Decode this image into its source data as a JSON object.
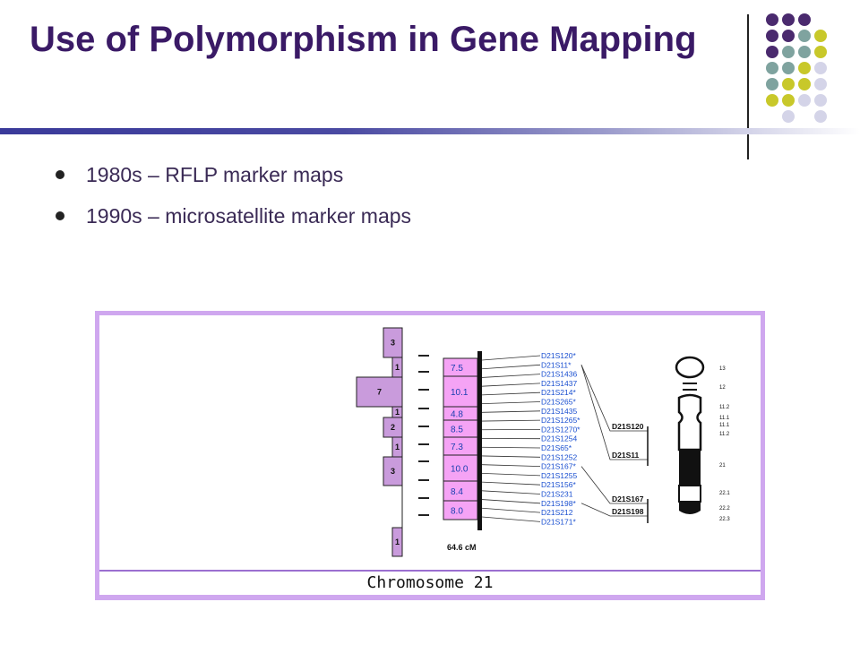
{
  "slide": {
    "title": "Use of Polymorphism in Gene Mapping",
    "bullets": [
      "1980s – RFLP marker maps",
      "1990s – microsatellite marker maps"
    ]
  },
  "figure": {
    "caption": "Chromosome 21",
    "bar_counts": [
      "3",
      "1",
      "7",
      "1",
      "2",
      "1",
      "3",
      "1"
    ],
    "interval_labels": [
      "7.5",
      "10.1",
      "4.8",
      "8.5",
      "7.3",
      "10.0",
      "8.4",
      "8.0"
    ],
    "total_length": "64.6 cM",
    "markers": [
      "D21S120*",
      "D21S11*",
      "D21S1436",
      "D21S1437",
      "D21S214*",
      "D21S265*",
      "D21S1435",
      "D21S1265*",
      "D21S1270*",
      "D21S1254",
      "D21S65*",
      "D21S1252",
      "D21S167*",
      "D21S1255",
      "D21S156*",
      "D21S231",
      "D21S198*",
      "D21S212",
      "D21S171*"
    ],
    "anchor_markers": [
      "D21S120",
      "D21S11",
      "D21S167",
      "D21S198"
    ],
    "bands": [
      "13",
      "12",
      "11.2",
      "11.1",
      "11.1",
      "11.2",
      "21",
      "22.1",
      "22.2",
      "22.3"
    ]
  },
  "colors": {
    "title": "#3a1a66",
    "marker_text": "#1a4fd0",
    "figure_border": "#cfa7ef",
    "dot_purple": "#4a2a6e",
    "dot_teal": "#7fa39f",
    "dot_olive": "#c8c82a",
    "dot_lavender": "#d4d4e8"
  }
}
